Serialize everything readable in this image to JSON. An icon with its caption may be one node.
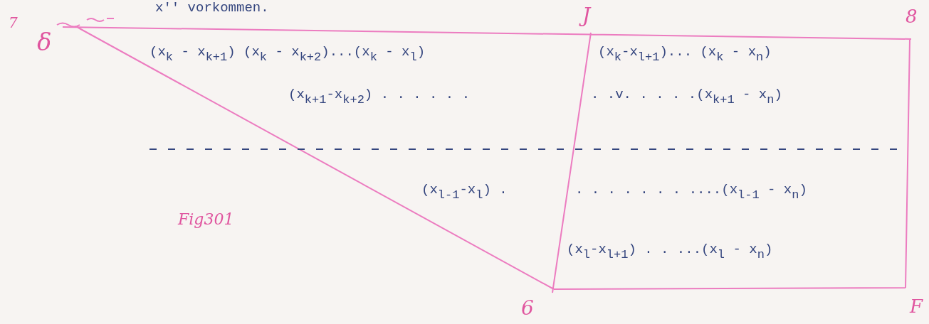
{
  "diagram": {
    "labels": [
      "7",
      "x'' vorkommen.",
      "δ",
      "J",
      "8",
      "(x$_{k}$ - x$_{k+1}$) (x$_{k}$ - x$_{k+2}$)...(x$_{k}$ - x$_{l}$)",
      "(x$_{k}$-x$_{l+1}$)... (x$_{k}$ - x$_{n}$)",
      "(x$_{k+1}$-x$_{k+2}$) . . . . . .",
      ". .v. . . . .(x$_{k+1}$ - x$_{n}$)",
      "(x$_{l-1}$-x$_{l}$) .",
      ". . . . . . . ....(x$_{l-1}$ - x$_{n}$)",
      "Fig301",
      "(x$_{l}$-x$_{l+1}$) . . ...(x$_{l}$ - x$_{n}$)",
      "6",
      "F"
    ]
  }
}
